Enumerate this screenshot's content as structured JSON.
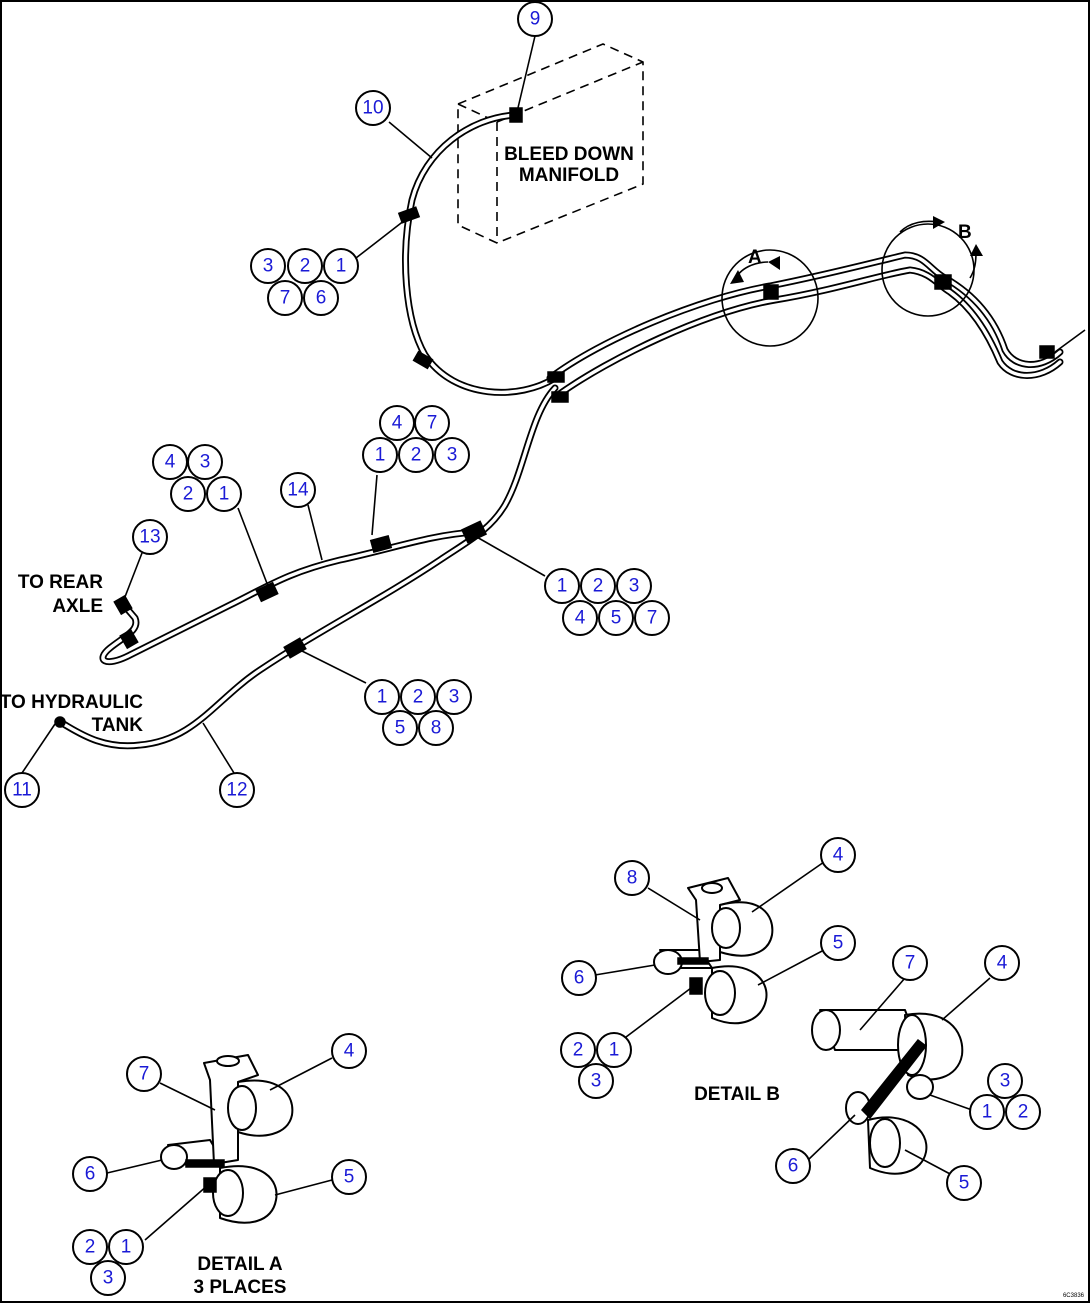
{
  "labels": {
    "bleed_down_manifold_line1": "BLEED DOWN",
    "bleed_down_manifold_line2": "MANIFOLD",
    "to_rear_axle_line1": "TO REAR",
    "to_rear_axle_line2": "AXLE",
    "to_hydraulic_tank_line1": "TO HYDRAULIC",
    "to_hydraulic_tank_line2": "TANK",
    "detail_a_marker": "A",
    "detail_b_marker": "B",
    "detail_a_title_line1": "DETAIL A",
    "detail_a_title_line2": "3 PLACES",
    "detail_b_title": "DETAIL B",
    "drawing_code": "6C3836"
  },
  "balloons": {
    "b9": "9",
    "b10": "10",
    "g1": [
      "3",
      "2",
      "1",
      "7",
      "6"
    ],
    "g2": [
      "4",
      "7",
      "1",
      "2",
      "3"
    ],
    "g3": [
      "4",
      "3",
      "2",
      "1"
    ],
    "b14": "14",
    "b13": "13",
    "g4": [
      "1",
      "2",
      "3",
      "4",
      "5",
      "7"
    ],
    "g5": [
      "1",
      "2",
      "3",
      "5",
      "8"
    ],
    "b11": "11",
    "b12": "12",
    "db_8": "8",
    "db_4": "4",
    "db_6": "6",
    "db_5": "5",
    "db_g": [
      "2",
      "1",
      "3"
    ],
    "da_7": "7",
    "da_4": "4",
    "da_6": "6",
    "da_5": "5",
    "da_g": [
      "2",
      "1",
      "3"
    ],
    "dc_7": "7",
    "dc_4": "4",
    "dc_6": "6",
    "dc_5": "5",
    "dc_g": [
      "3",
      "1",
      "2"
    ]
  }
}
